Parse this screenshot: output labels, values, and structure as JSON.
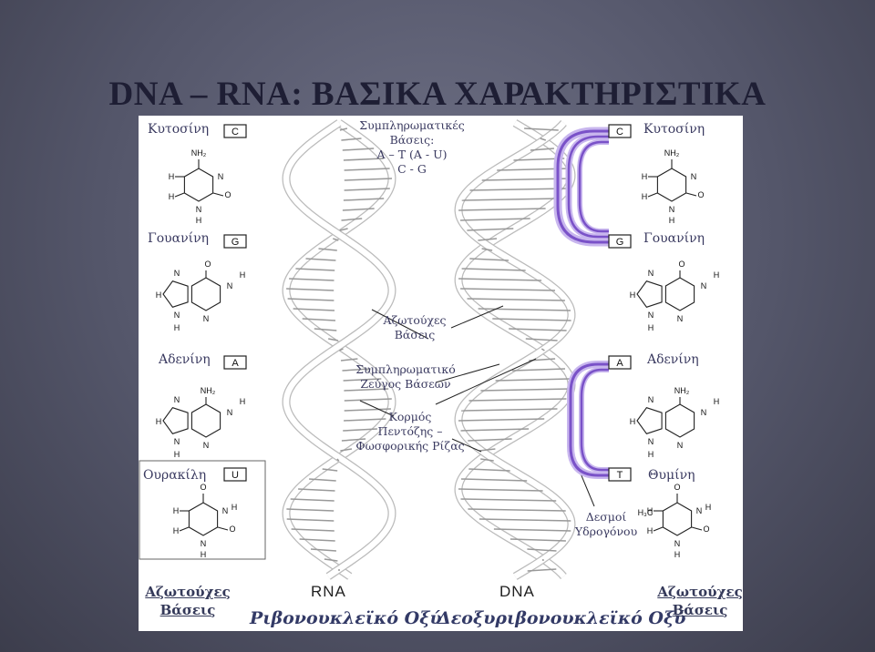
{
  "title": "DNA – RNA: ΒΑΣΙΚΑ ΧΑΡΑΚΤΗΡΙΣΤΙΚΑ",
  "left_bases": [
    {
      "name": "Κυτοσίνη",
      "letter": "C"
    },
    {
      "name": "Γουανίνη",
      "letter": "G"
    },
    {
      "name": "Αδενίνη",
      "letter": "A"
    },
    {
      "name": "Ουρακίλη",
      "letter": "U"
    }
  ],
  "right_bases": [
    {
      "name": "Κυτοσίνη",
      "letter": "C"
    },
    {
      "name": "Γουανίνη",
      "letter": "G"
    },
    {
      "name": "Αδενίνη",
      "letter": "A"
    },
    {
      "name": "Θυμίνη",
      "letter": "T"
    }
  ],
  "complementary": {
    "line1": "Συμπληρωματικές",
    "line2": "Βάσεις:",
    "line3": "A – T (A - U)",
    "line4": "C - G"
  },
  "callouts": {
    "nitrogen_bases_1": "Αζωτούχες",
    "nitrogen_bases_2": "Βάσεις",
    "base_pair_1": "Συμπληρωματικό",
    "base_pair_2": "Ζεύγος Βάσεων",
    "backbone_1": "Κορμός",
    "backbone_2": "Πεντόζης –",
    "backbone_3": "Φωσφορικής Ρίζας",
    "hbonds_1": "Δεσμοί",
    "hbonds_2": "Υδρογόνου"
  },
  "helix_labels": {
    "rna": "RNA",
    "dna": "DNA"
  },
  "footer": {
    "left_1": "Αζωτούχες",
    "left_2": "Βάσεις",
    "rna_name": "Ριβονουκλεϊκό Οξύ",
    "dna_name": "Δεοξυριβονουκλεϊκό Οξύ",
    "right_1": "Αζωτούχες",
    "right_2": "Βάσεις"
  },
  "atoms": {
    "nh2": "NH₂",
    "h": "H",
    "n": "N",
    "o": "O",
    "h3c": "H₃C"
  },
  "colors": {
    "bracket": "#7a52c8",
    "bracket_glow": "#c8b6ee",
    "title": "#1e1e34"
  }
}
